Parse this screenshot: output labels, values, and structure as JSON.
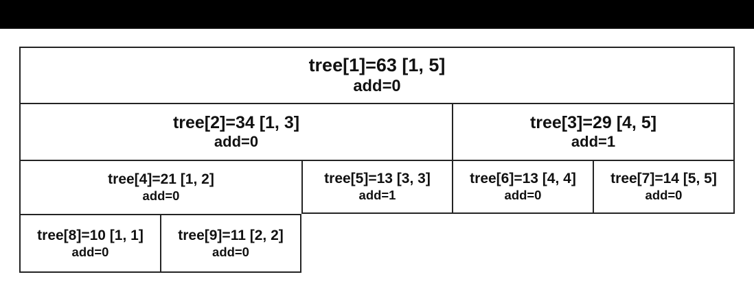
{
  "page": {
    "background_color": "#ffffff",
    "top_bar_color": "#000000",
    "border_color": "#232323",
    "text_color": "#111111"
  },
  "diagram": {
    "type": "segment-tree-lazy-table",
    "nodes": [
      {
        "index": 1,
        "sum": 63,
        "range": "[1, 5]",
        "add_value": 0,
        "label": "tree[1]=63 [1, 5]",
        "add": "add=0"
      },
      {
        "index": 2,
        "sum": 34,
        "range": "[1, 3]",
        "add_value": 0,
        "label": "tree[2]=34 [1, 3]",
        "add": "add=0"
      },
      {
        "index": 3,
        "sum": 29,
        "range": "[4, 5]",
        "add_value": 1,
        "label": "tree[3]=29 [4, 5]",
        "add": "add=1"
      },
      {
        "index": 4,
        "sum": 21,
        "range": "[1, 2]",
        "add_value": 0,
        "label": "tree[4]=21 [1, 2]",
        "add": "add=0"
      },
      {
        "index": 5,
        "sum": 13,
        "range": "[3, 3]",
        "add_value": 1,
        "label": "tree[5]=13 [3, 3]",
        "add": "add=1"
      },
      {
        "index": 6,
        "sum": 13,
        "range": "[4, 4]",
        "add_value": 0,
        "label": "tree[6]=13 [4, 4]",
        "add": "add=0"
      },
      {
        "index": 7,
        "sum": 14,
        "range": "[5, 5]",
        "add_value": 0,
        "label": "tree[7]=14 [5, 5]",
        "add": "add=0"
      },
      {
        "index": 8,
        "sum": 10,
        "range": "[1, 1]",
        "add_value": 0,
        "label": "tree[8]=10 [1, 1]",
        "add": "add=0"
      },
      {
        "index": 9,
        "sum": 11,
        "range": "[2, 2]",
        "add_value": 0,
        "label": "tree[9]=11 [2, 2]",
        "add": "add=0"
      }
    ]
  }
}
